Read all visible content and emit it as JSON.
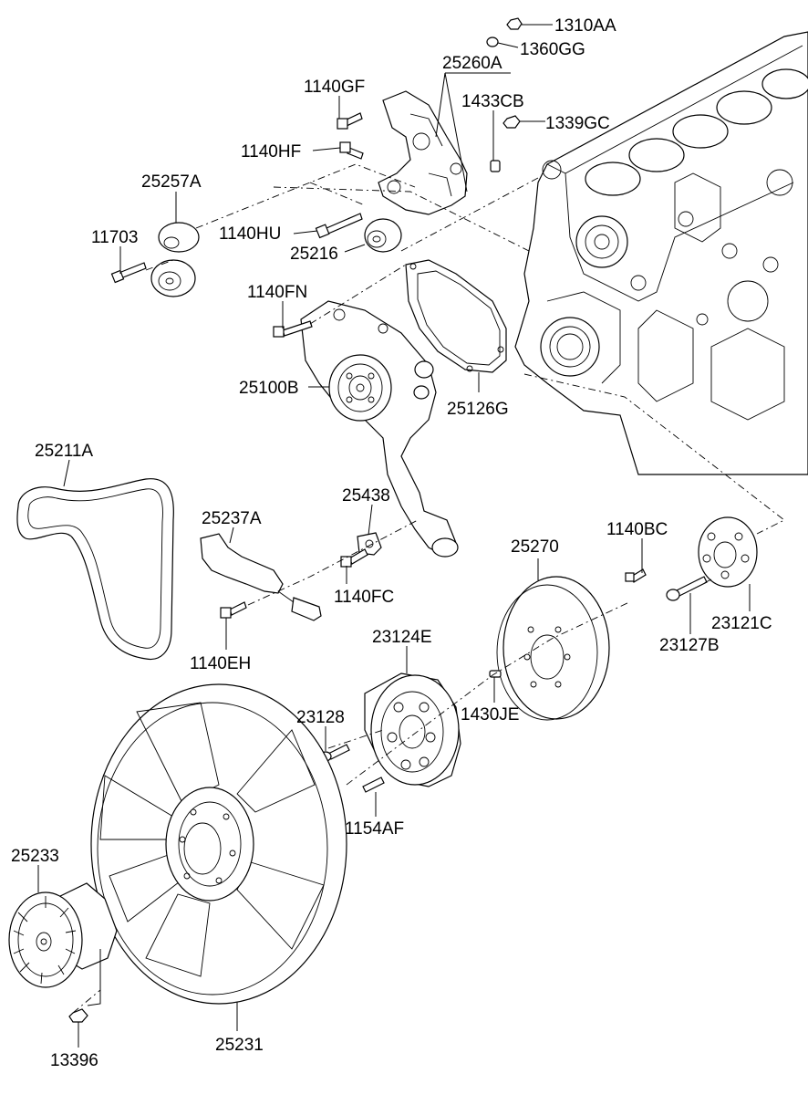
{
  "parts": {
    "p1310AA": "1310AA",
    "p1360GG": "1360GG",
    "p25260A": "25260A",
    "p1140GF": "1140GF",
    "p1433CB": "1433CB",
    "p1339GC": "1339GC",
    "p1140HF": "1140HF",
    "p25257A": "25257A",
    "p11703": "11703",
    "p1140HU": "1140HU",
    "p25216": "25216",
    "p1140FN": "1140FN",
    "p25100B": "25100B",
    "p25126G": "25126G",
    "p25211A": "25211A",
    "p25237A": "25237A",
    "p25438": "25438",
    "p1140FC": "1140FC",
    "p1140EH": "1140EH",
    "p1140BC": "1140BC",
    "p25270": "25270",
    "p23121C": "23121C",
    "p23127B": "23127B",
    "p23124E": "23124E",
    "p23128": "23128",
    "p1430JE": "1430JE",
    "p1154AF": "1154AF",
    "p25233": "25233",
    "p25231": "25231",
    "p13396": "13396"
  }
}
